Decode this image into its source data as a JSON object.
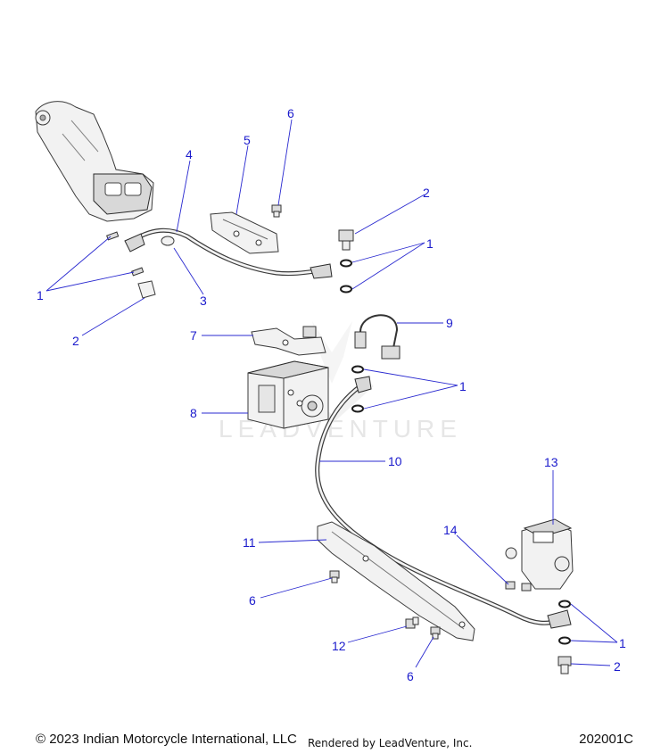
{
  "watermark": {
    "text": "LEADVENTURE"
  },
  "callouts": [
    {
      "num": "1"
    },
    {
      "num": "1"
    },
    {
      "num": "1"
    },
    {
      "num": "1"
    },
    {
      "num": "2"
    },
    {
      "num": "2"
    },
    {
      "num": "2"
    },
    {
      "num": "3"
    },
    {
      "num": "4"
    },
    {
      "num": "5"
    },
    {
      "num": "6"
    },
    {
      "num": "6"
    },
    {
      "num": "6"
    },
    {
      "num": "7"
    },
    {
      "num": "8"
    },
    {
      "num": "9"
    },
    {
      "num": "10"
    },
    {
      "num": "11"
    },
    {
      "num": "12"
    },
    {
      "num": "13"
    },
    {
      "num": "14"
    }
  ],
  "footer": {
    "copyright": "© 2023 Indian Motorcycle International, LLC",
    "rendered_by": "Rendered by LeadVenture, Inc.",
    "diagram_code": "202001C"
  },
  "colors": {
    "callout": "#1a1acc",
    "line_art": "#3a3a3a"
  }
}
